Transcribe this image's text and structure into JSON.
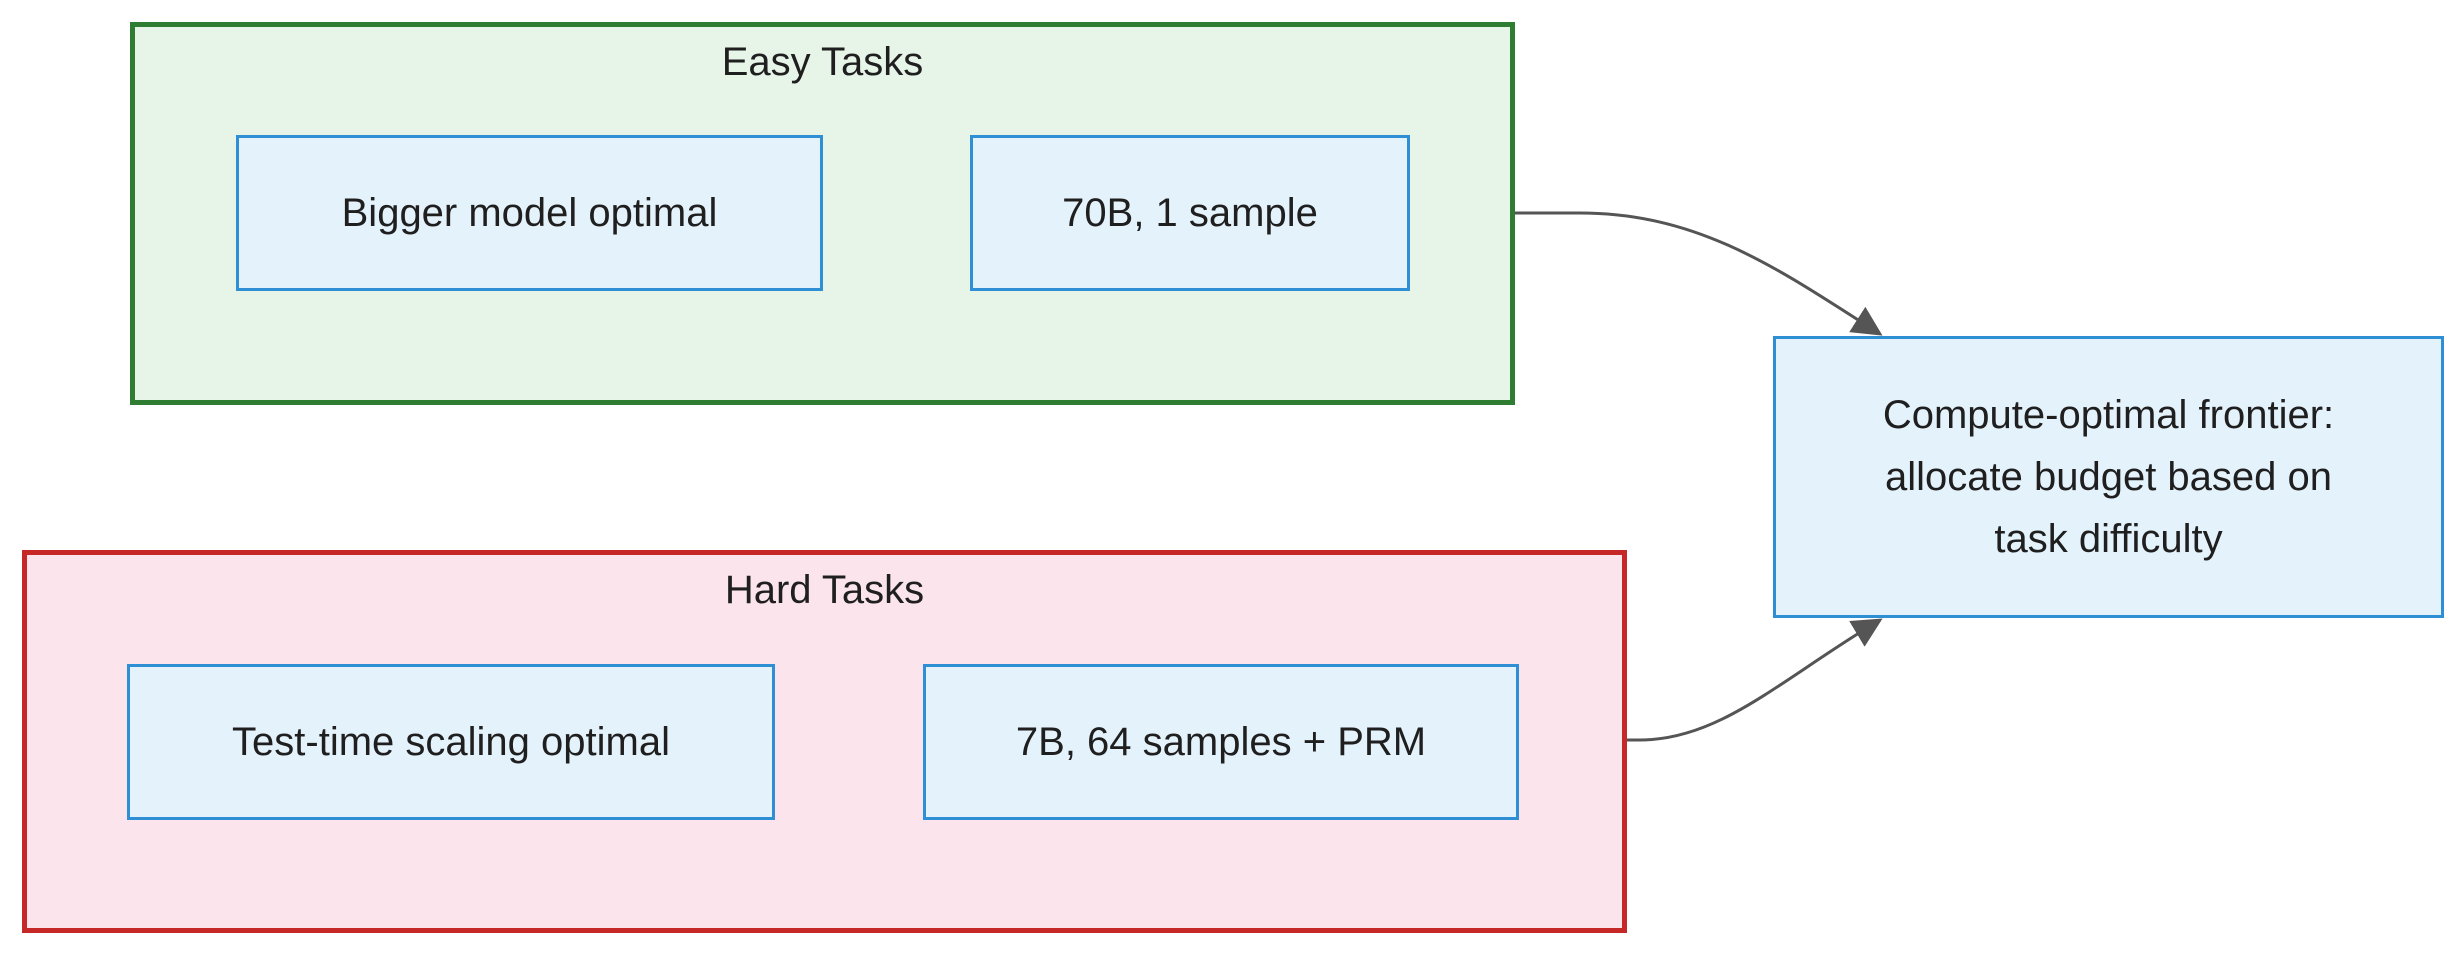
{
  "diagram": {
    "groups": {
      "easy": {
        "title": "Easy Tasks",
        "fill": "#e7f4e8",
        "border": "#2e7d32",
        "nodes": [
          "Bigger model optimal",
          "70B, 1 sample"
        ]
      },
      "hard": {
        "title": "Hard Tasks",
        "fill": "#fbe4ec",
        "border": "#c62828",
        "nodes": [
          "Test-time scaling optimal",
          "7B, 64 samples + PRM"
        ]
      }
    },
    "target": {
      "lines": [
        "Compute-optimal frontier:",
        "allocate budget based on",
        "task difficulty"
      ]
    },
    "edges": [
      {
        "from": "Easy Tasks",
        "to": "Compute-optimal frontier"
      },
      {
        "from": "Hard Tasks",
        "to": "Compute-optimal frontier"
      }
    ],
    "colors": {
      "node_fill": "#e4f2fb",
      "node_border": "#2e8fd4",
      "edge": "#555555"
    }
  }
}
